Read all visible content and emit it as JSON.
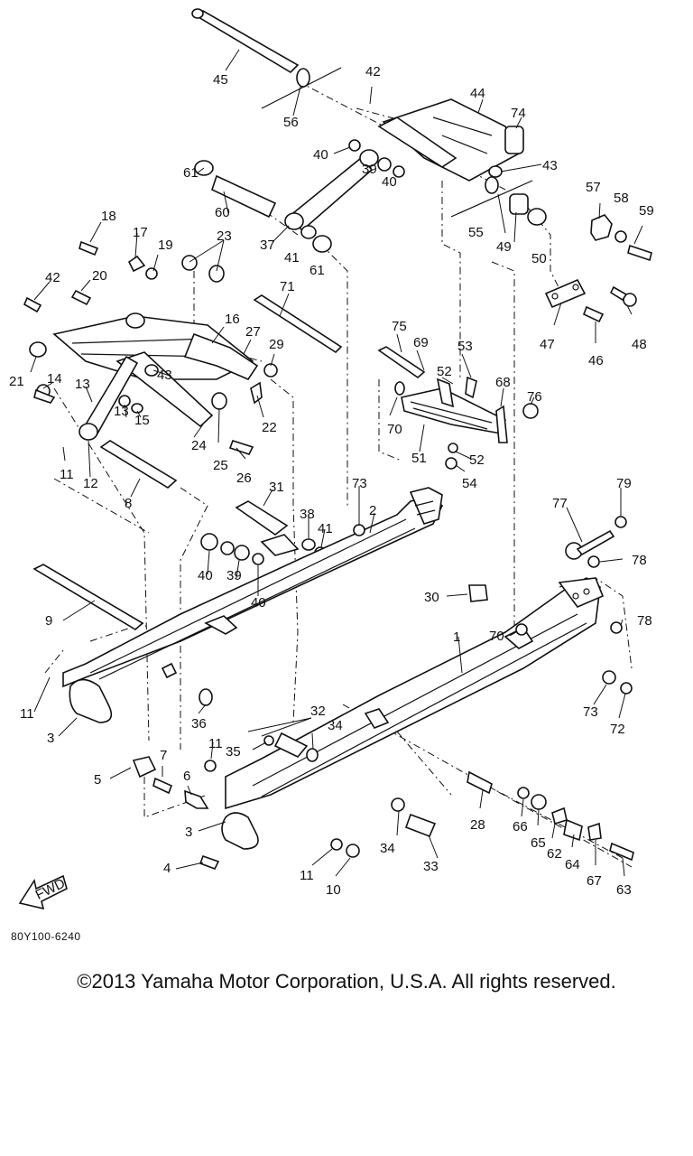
{
  "diagram": {
    "code": "80Y100-6240",
    "fwd_label": "FWD",
    "callouts": [
      {
        "n": "45"
      },
      {
        "n": "56"
      },
      {
        "n": "42"
      },
      {
        "n": "44"
      },
      {
        "n": "74"
      },
      {
        "n": "40"
      },
      {
        "n": "39"
      },
      {
        "n": "40"
      },
      {
        "n": "43"
      },
      {
        "n": "61"
      },
      {
        "n": "60"
      },
      {
        "n": "37"
      },
      {
        "n": "41"
      },
      {
        "n": "61"
      },
      {
        "n": "55"
      },
      {
        "n": "49"
      },
      {
        "n": "50"
      },
      {
        "n": "57"
      },
      {
        "n": "58"
      },
      {
        "n": "59"
      },
      {
        "n": "18"
      },
      {
        "n": "17"
      },
      {
        "n": "19"
      },
      {
        "n": "23"
      },
      {
        "n": "20"
      },
      {
        "n": "42"
      },
      {
        "n": "71"
      },
      {
        "n": "47"
      },
      {
        "n": "46"
      },
      {
        "n": "48"
      },
      {
        "n": "16"
      },
      {
        "n": "27"
      },
      {
        "n": "29"
      },
      {
        "n": "75"
      },
      {
        "n": "69"
      },
      {
        "n": "53"
      },
      {
        "n": "21"
      },
      {
        "n": "14"
      },
      {
        "n": "13"
      },
      {
        "n": "43"
      },
      {
        "n": "52"
      },
      {
        "n": "68"
      },
      {
        "n": "76"
      },
      {
        "n": "13"
      },
      {
        "n": "15"
      },
      {
        "n": "22"
      },
      {
        "n": "70"
      },
      {
        "n": "24"
      },
      {
        "n": "25"
      },
      {
        "n": "26"
      },
      {
        "n": "51"
      },
      {
        "n": "52"
      },
      {
        "n": "54"
      },
      {
        "n": "11"
      },
      {
        "n": "12"
      },
      {
        "n": "8"
      },
      {
        "n": "31"
      },
      {
        "n": "73"
      },
      {
        "n": "2"
      },
      {
        "n": "79"
      },
      {
        "n": "77"
      },
      {
        "n": "38"
      },
      {
        "n": "41"
      },
      {
        "n": "40"
      },
      {
        "n": "39"
      },
      {
        "n": "40"
      },
      {
        "n": "78"
      },
      {
        "n": "9"
      },
      {
        "n": "30"
      },
      {
        "n": "70"
      },
      {
        "n": "78"
      },
      {
        "n": "1"
      },
      {
        "n": "11"
      },
      {
        "n": "36"
      },
      {
        "n": "73"
      },
      {
        "n": "72"
      },
      {
        "n": "3"
      },
      {
        "n": "32"
      },
      {
        "n": "34"
      },
      {
        "n": "35"
      },
      {
        "n": "11"
      },
      {
        "n": "7"
      },
      {
        "n": "5"
      },
      {
        "n": "6"
      },
      {
        "n": "28"
      },
      {
        "n": "66"
      },
      {
        "n": "65"
      },
      {
        "n": "62"
      },
      {
        "n": "64"
      },
      {
        "n": "3"
      },
      {
        "n": "34"
      },
      {
        "n": "33"
      },
      {
        "n": "67"
      },
      {
        "n": "63"
      },
      {
        "n": "4"
      },
      {
        "n": "11"
      },
      {
        "n": "10"
      }
    ]
  },
  "footer": {
    "copyright": "©2013 Yamaha Motor Corporation, U.S.A. All rights reserved."
  }
}
